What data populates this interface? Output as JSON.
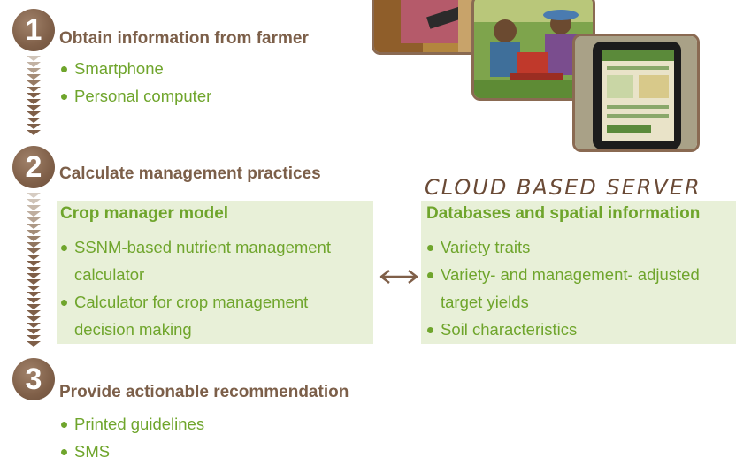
{
  "steps": [
    {
      "number": "1",
      "title": "Obtain information from farmer",
      "items": [
        "Smartphone",
        "Personal computer"
      ]
    },
    {
      "number": "2",
      "title": "Calculate management practices"
    },
    {
      "number": "3",
      "title": "Provide actionable recommendation",
      "items": [
        "Printed guidelines",
        "SMS"
      ]
    }
  ],
  "crop_manager": {
    "title": "Crop manager model",
    "items": [
      "SSNM-based nutrient management calculator",
      "Calculator for crop management decision making"
    ]
  },
  "cloud": {
    "label": "CLOUD BASED SERVER",
    "title": "Databases and spatial information",
    "items": [
      "Variety traits",
      "Variety- and management- adjusted target yields",
      "Soil characteristics"
    ]
  },
  "colors": {
    "step_brown": "#7c5f49",
    "bullet_green": "#6fa52c",
    "panel_green": "#e8f0d8"
  }
}
